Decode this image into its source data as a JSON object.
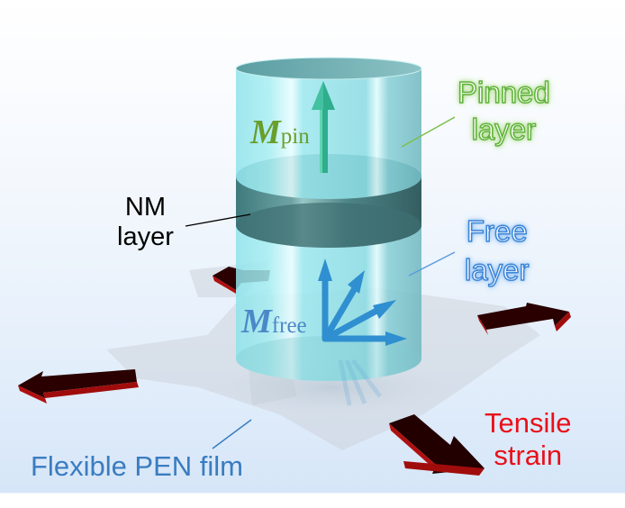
{
  "figure": {
    "labels": {
      "pinned_layer": [
        "Pinned",
        "layer"
      ],
      "free_layer": [
        "Free",
        "layer"
      ],
      "nm_layer": [
        "NM",
        "layer"
      ],
      "film": "Flexible PEN film",
      "tensile_strain": [
        "Tensile",
        "strain"
      ],
      "m_pin": {
        "symbol": "M",
        "subscript": "pin"
      },
      "m_free": {
        "symbol": "M",
        "subscript": "free"
      }
    },
    "colors": {
      "pinned_label": "#5fb23a",
      "free_label": "#3c86d8",
      "m_pin": "#6a9e2c",
      "m_free": "#4b88c8",
      "film_label": "#3a7cc0",
      "strain_label": "#e8101a",
      "strain_arrow": "#2a0000",
      "pin_arrow": "#2fae8e",
      "free_arrow": "#2f8fd0"
    },
    "icons": [
      "pin-magnetization-arrow",
      "free-magnetization-arrows",
      "strain-arrow-left",
      "strain-arrow-right",
      "strain-arrow-back-left",
      "strain-arrow-front-right"
    ]
  }
}
